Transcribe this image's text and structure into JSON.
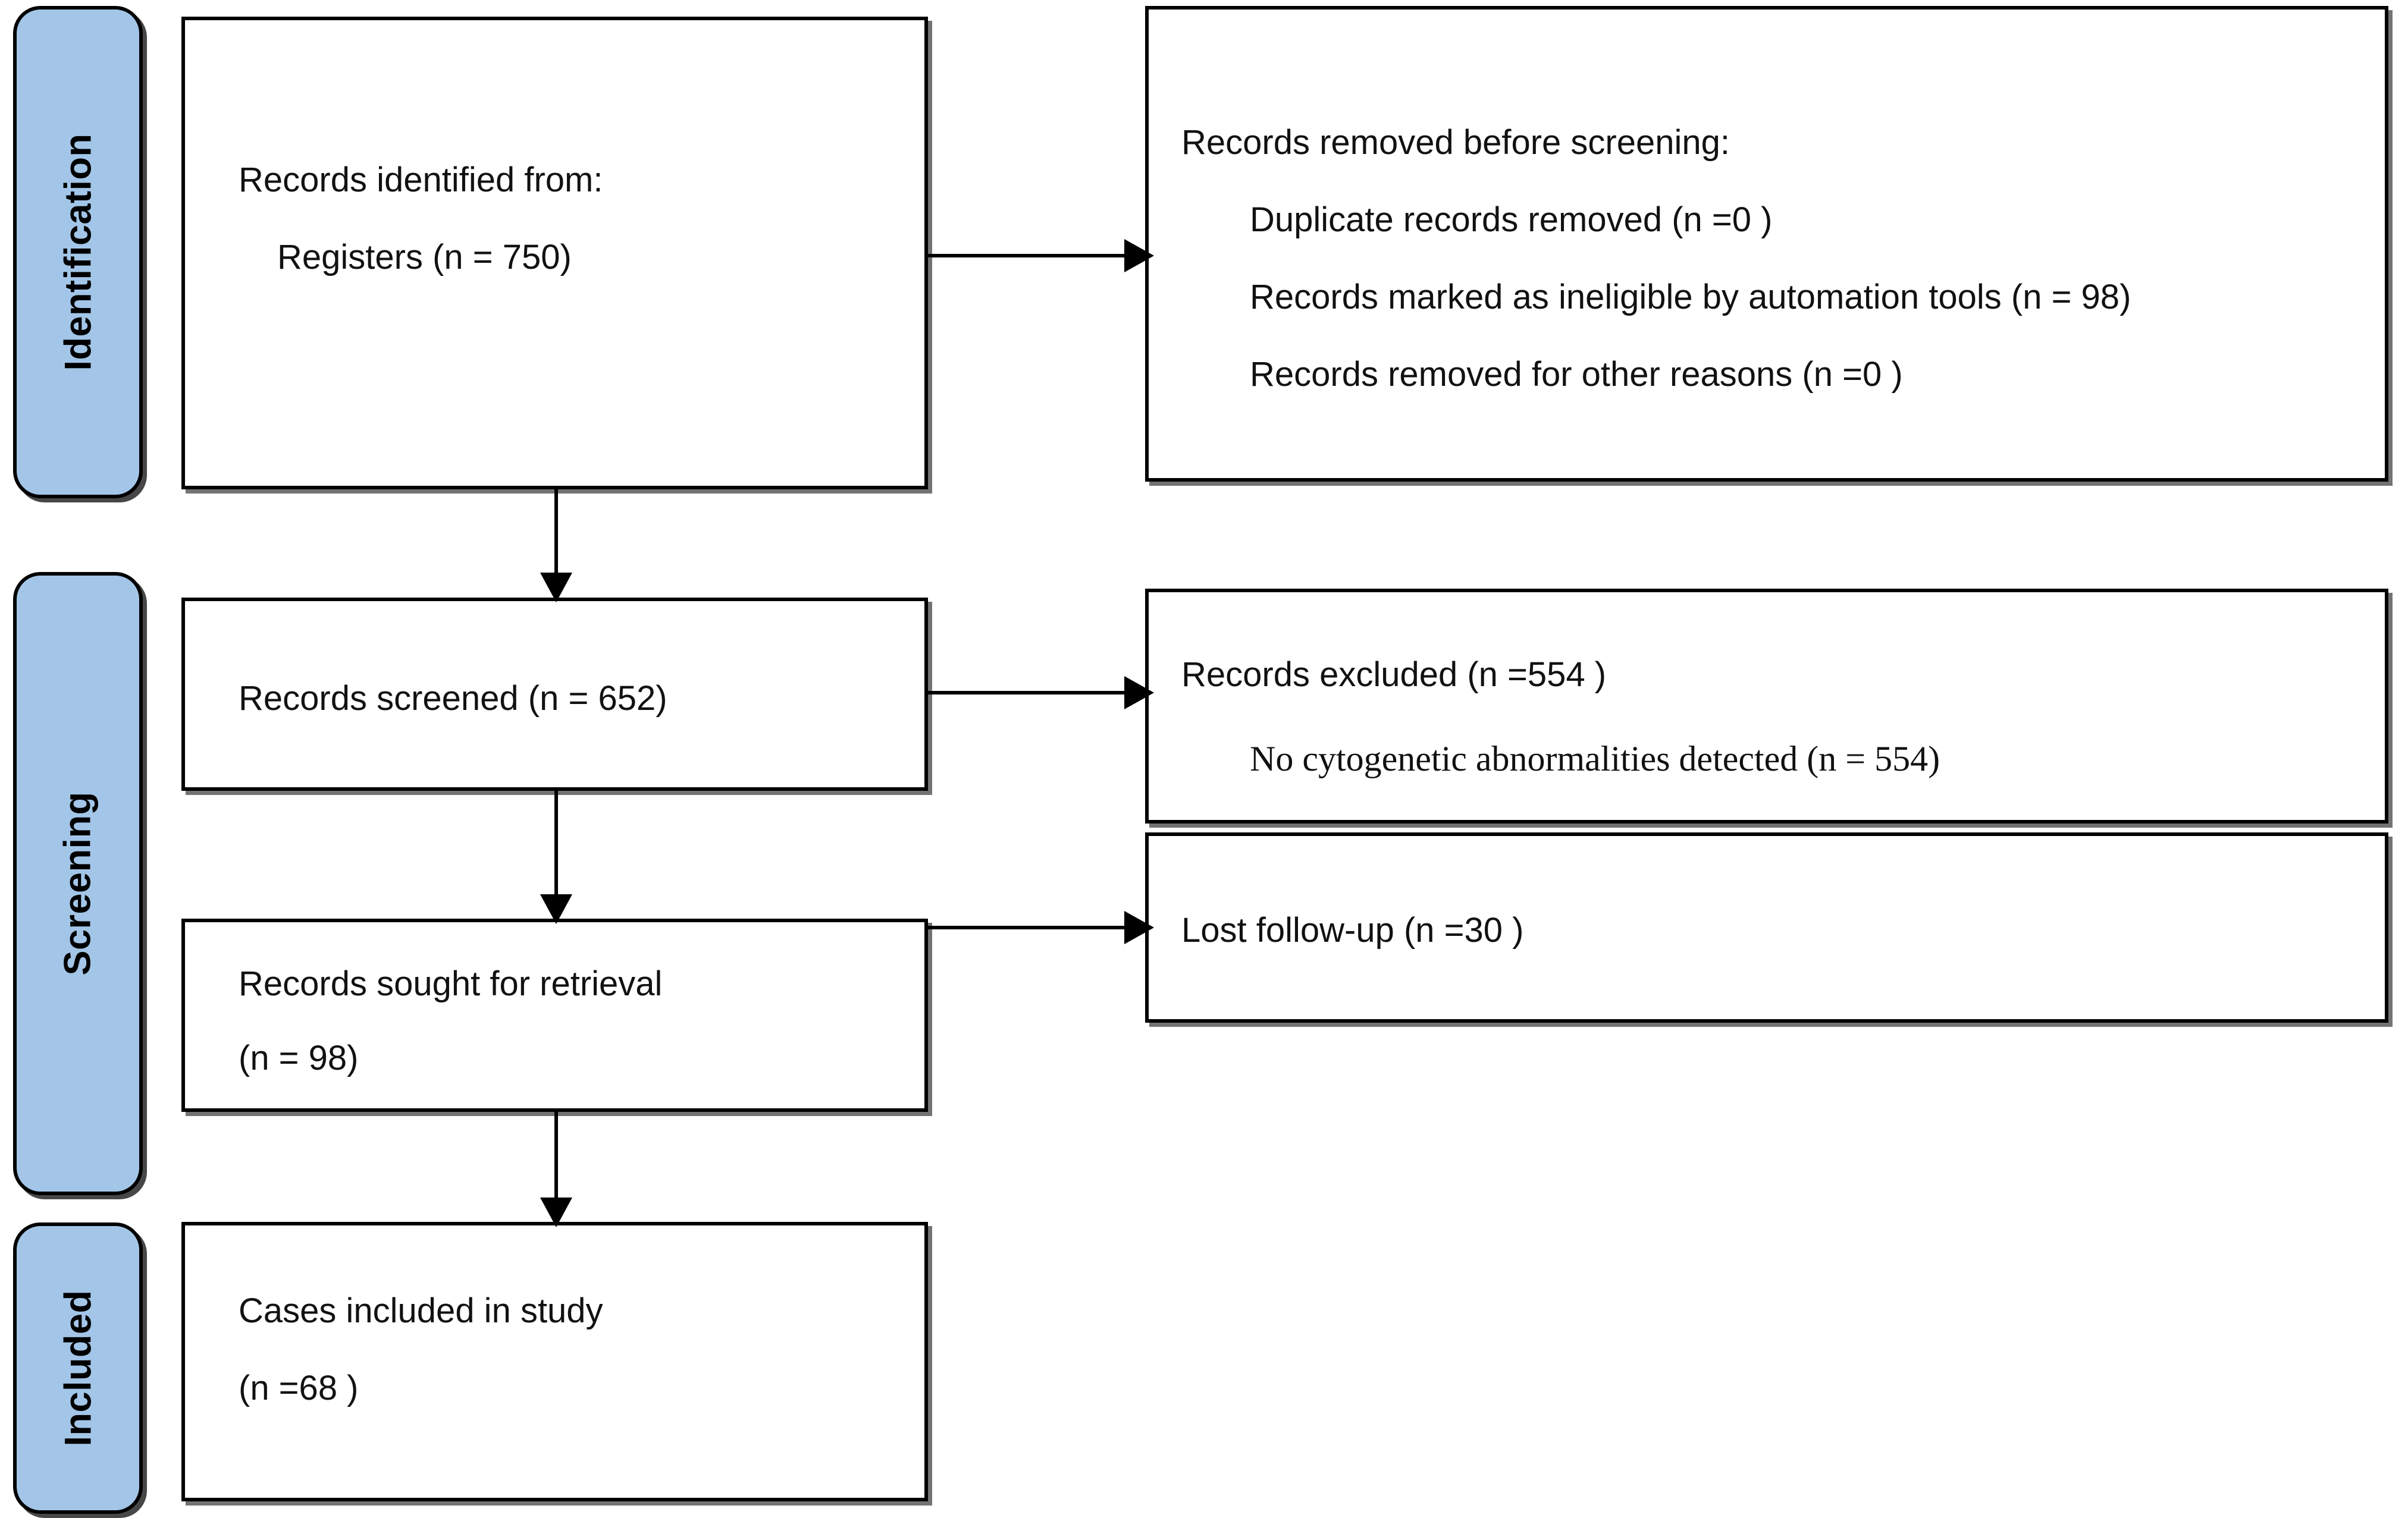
{
  "diagram": {
    "title": "PRISMA flow diagram",
    "accent_color": "#A3C6E8",
    "line_color": "#000000",
    "background_color": "#FFFFFF"
  },
  "stages": [
    {
      "id": "identification",
      "label": "Identification"
    },
    {
      "id": "screening",
      "label": "Screening"
    },
    {
      "id": "included",
      "label": "Included"
    }
  ],
  "boxes": {
    "records_identified": {
      "line1": "Records identified from:",
      "line2": "Registers (n = 750)"
    },
    "records_removed_before_screening": {
      "heading_prefix": "Records removed ",
      "heading_italic": "before screening",
      "heading_suffix": ":",
      "item1": "Duplicate records removed    (n =0 )",
      "item2": "Records marked as ineligible by automation tools (n = 98)",
      "item3": "Records removed for other reasons (n =0 )"
    },
    "records_screened": {
      "line1": "Records screened (n = 652)"
    },
    "records_excluded": {
      "line1": "Records excluded (n =554 )",
      "line2": "No cytogenetic abnormalities detected (n = 554)"
    },
    "records_sought_for_retrieval": {
      "line1": "Records sought for retrieval",
      "line2": "(n = 98)"
    },
    "lost_follow_up": {
      "line1": "Lost follow-up (n =30 )"
    },
    "cases_included": {
      "line1": "Cases included in study",
      "line2": "(n =68 )"
    }
  },
  "chart_data": {
    "type": "flowchart",
    "title": "PRISMA 2020 flow diagram",
    "stages": [
      "Identification",
      "Screening",
      "Included"
    ],
    "nodes": [
      {
        "id": "records_identified",
        "stage": "Identification",
        "label": "Records identified from: Registers",
        "n": 750
      },
      {
        "id": "records_removed",
        "stage": "Identification",
        "label": "Records removed before screening",
        "n": 98,
        "breakdown": [
          {
            "label": "Duplicate records removed",
            "n": 0
          },
          {
            "label": "Records marked as ineligible by automation tools",
            "n": 98
          },
          {
            "label": "Records removed for other reasons",
            "n": 0
          }
        ]
      },
      {
        "id": "records_screened",
        "stage": "Screening",
        "label": "Records screened",
        "n": 652
      },
      {
        "id": "records_excluded",
        "stage": "Screening",
        "label": "Records excluded",
        "n": 554,
        "breakdown": [
          {
            "label": "No cytogenetic abnormalities detected",
            "n": 554
          }
        ]
      },
      {
        "id": "records_sought",
        "stage": "Screening",
        "label": "Records sought for retrieval",
        "n": 98
      },
      {
        "id": "lost_follow_up",
        "stage": "Screening",
        "label": "Lost follow-up",
        "n": 30
      },
      {
        "id": "cases_included",
        "stage": "Included",
        "label": "Cases included in study",
        "n": 68
      }
    ],
    "edges": [
      {
        "from": "records_identified",
        "to": "records_removed",
        "direction": "right"
      },
      {
        "from": "records_identified",
        "to": "records_screened",
        "direction": "down"
      },
      {
        "from": "records_screened",
        "to": "records_excluded",
        "direction": "right"
      },
      {
        "from": "records_screened",
        "to": "records_sought",
        "direction": "down"
      },
      {
        "from": "records_sought",
        "to": "lost_follow_up",
        "direction": "right"
      },
      {
        "from": "records_sought",
        "to": "cases_included",
        "direction": "down"
      }
    ]
  }
}
